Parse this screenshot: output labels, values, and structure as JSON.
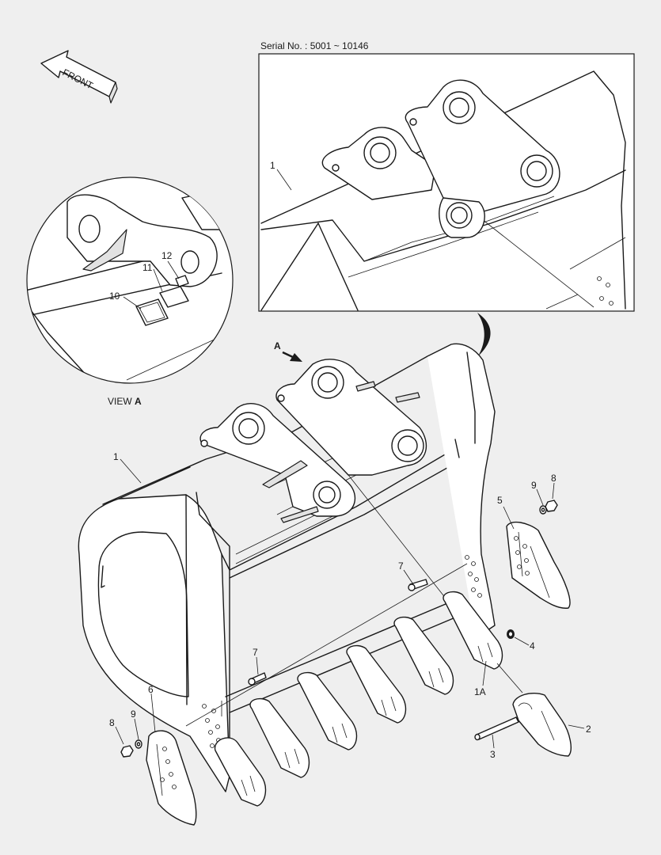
{
  "serial": "Serial No. : 5001 ~ 10146",
  "front_label": "FRONT",
  "view_title": "VIEW ",
  "view_letter": "A",
  "arrow_a": "A",
  "callouts": {
    "inset_1": "1",
    "view_10": "10",
    "view_11": "11",
    "view_12": "12",
    "main_1": "1",
    "c5": "5",
    "c9_right": "9",
    "c8_right": "8",
    "c7_upper": "7",
    "c4": "4",
    "c1a": "1A",
    "c7_lower": "7",
    "c2": "2",
    "c3": "3",
    "c8_left": "8",
    "c9_left": "9",
    "c6": "6"
  },
  "colors": {
    "background": "#efefef",
    "line": "#1a1a1a",
    "part_fill": "#ffffff",
    "shade": "#e2e2e2"
  }
}
